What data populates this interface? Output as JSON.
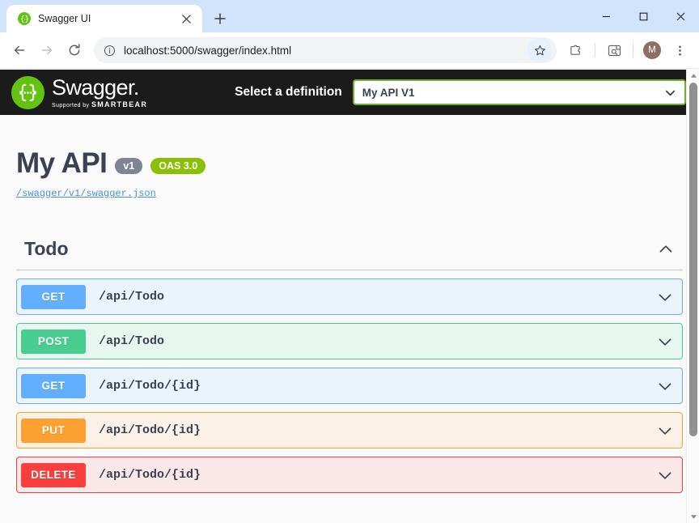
{
  "browser": {
    "tab": {
      "title": "Swagger UI",
      "favicon": "swagger-favicon",
      "close": "×"
    },
    "new_tab": "+",
    "window_controls": {
      "minimize": "—",
      "maximize": "□",
      "close": "✕"
    },
    "nav": {
      "back": "←",
      "forward": "→",
      "reload": "⟳"
    },
    "omnibox": {
      "url": "localhost:5000/swagger/index.html",
      "site_info_icon": "info-circle-icon",
      "bookmark_icon": "star-icon"
    },
    "toolbar_icons": {
      "extensions": "puzzle-piece-icon",
      "side_panel": "side-panel-search-icon",
      "menu": "three-dot-menu-icon"
    },
    "profile": {
      "initial": "M"
    }
  },
  "swagger": {
    "topbar": {
      "logo_name": "Swagger",
      "logo_trademark": ".",
      "supported_by_prefix": "Supported by",
      "supported_by_brand": "SMARTBEAR",
      "definition_label": "Select a definition",
      "definition_value": "My API V1",
      "definition_chevron": "chevron-down-icon"
    },
    "info": {
      "title": "My API",
      "version_badge": "v1",
      "oas_badge": "OAS 3.0",
      "spec_url": "/swagger/v1/swagger.json"
    },
    "tags": [
      {
        "name": "Todo",
        "toggle_icon": "chevron-up-icon",
        "operations": [
          {
            "verb": "GET",
            "path": "/api/Todo",
            "style": "get",
            "chevron": "chevron-down-icon"
          },
          {
            "verb": "POST",
            "path": "/api/Todo",
            "style": "post",
            "chevron": "chevron-down-icon"
          },
          {
            "verb": "GET",
            "path": "/api/Todo/{id}",
            "style": "get",
            "chevron": "chevron-down-icon"
          },
          {
            "verb": "PUT",
            "path": "/api/Todo/{id}",
            "style": "put",
            "chevron": "chevron-down-icon"
          },
          {
            "verb": "DELETE",
            "path": "/api/Todo/{id}",
            "style": "delete",
            "chevron": "chevron-down-icon"
          }
        ]
      }
    ],
    "colors": {
      "topbar_bg": "#1b1b1b",
      "brand_green": "#62c312",
      "oas_green": "#89bf04",
      "version_gray": "#7d8492",
      "link_blue": "#4990e2",
      "get": "#61affe",
      "post": "#49cc90",
      "put": "#fca130",
      "delete": "#f93e3e"
    }
  },
  "scrollbar": {
    "up_arrow": "scroll-up-arrow",
    "down_arrow": "scroll-down-arrow"
  }
}
